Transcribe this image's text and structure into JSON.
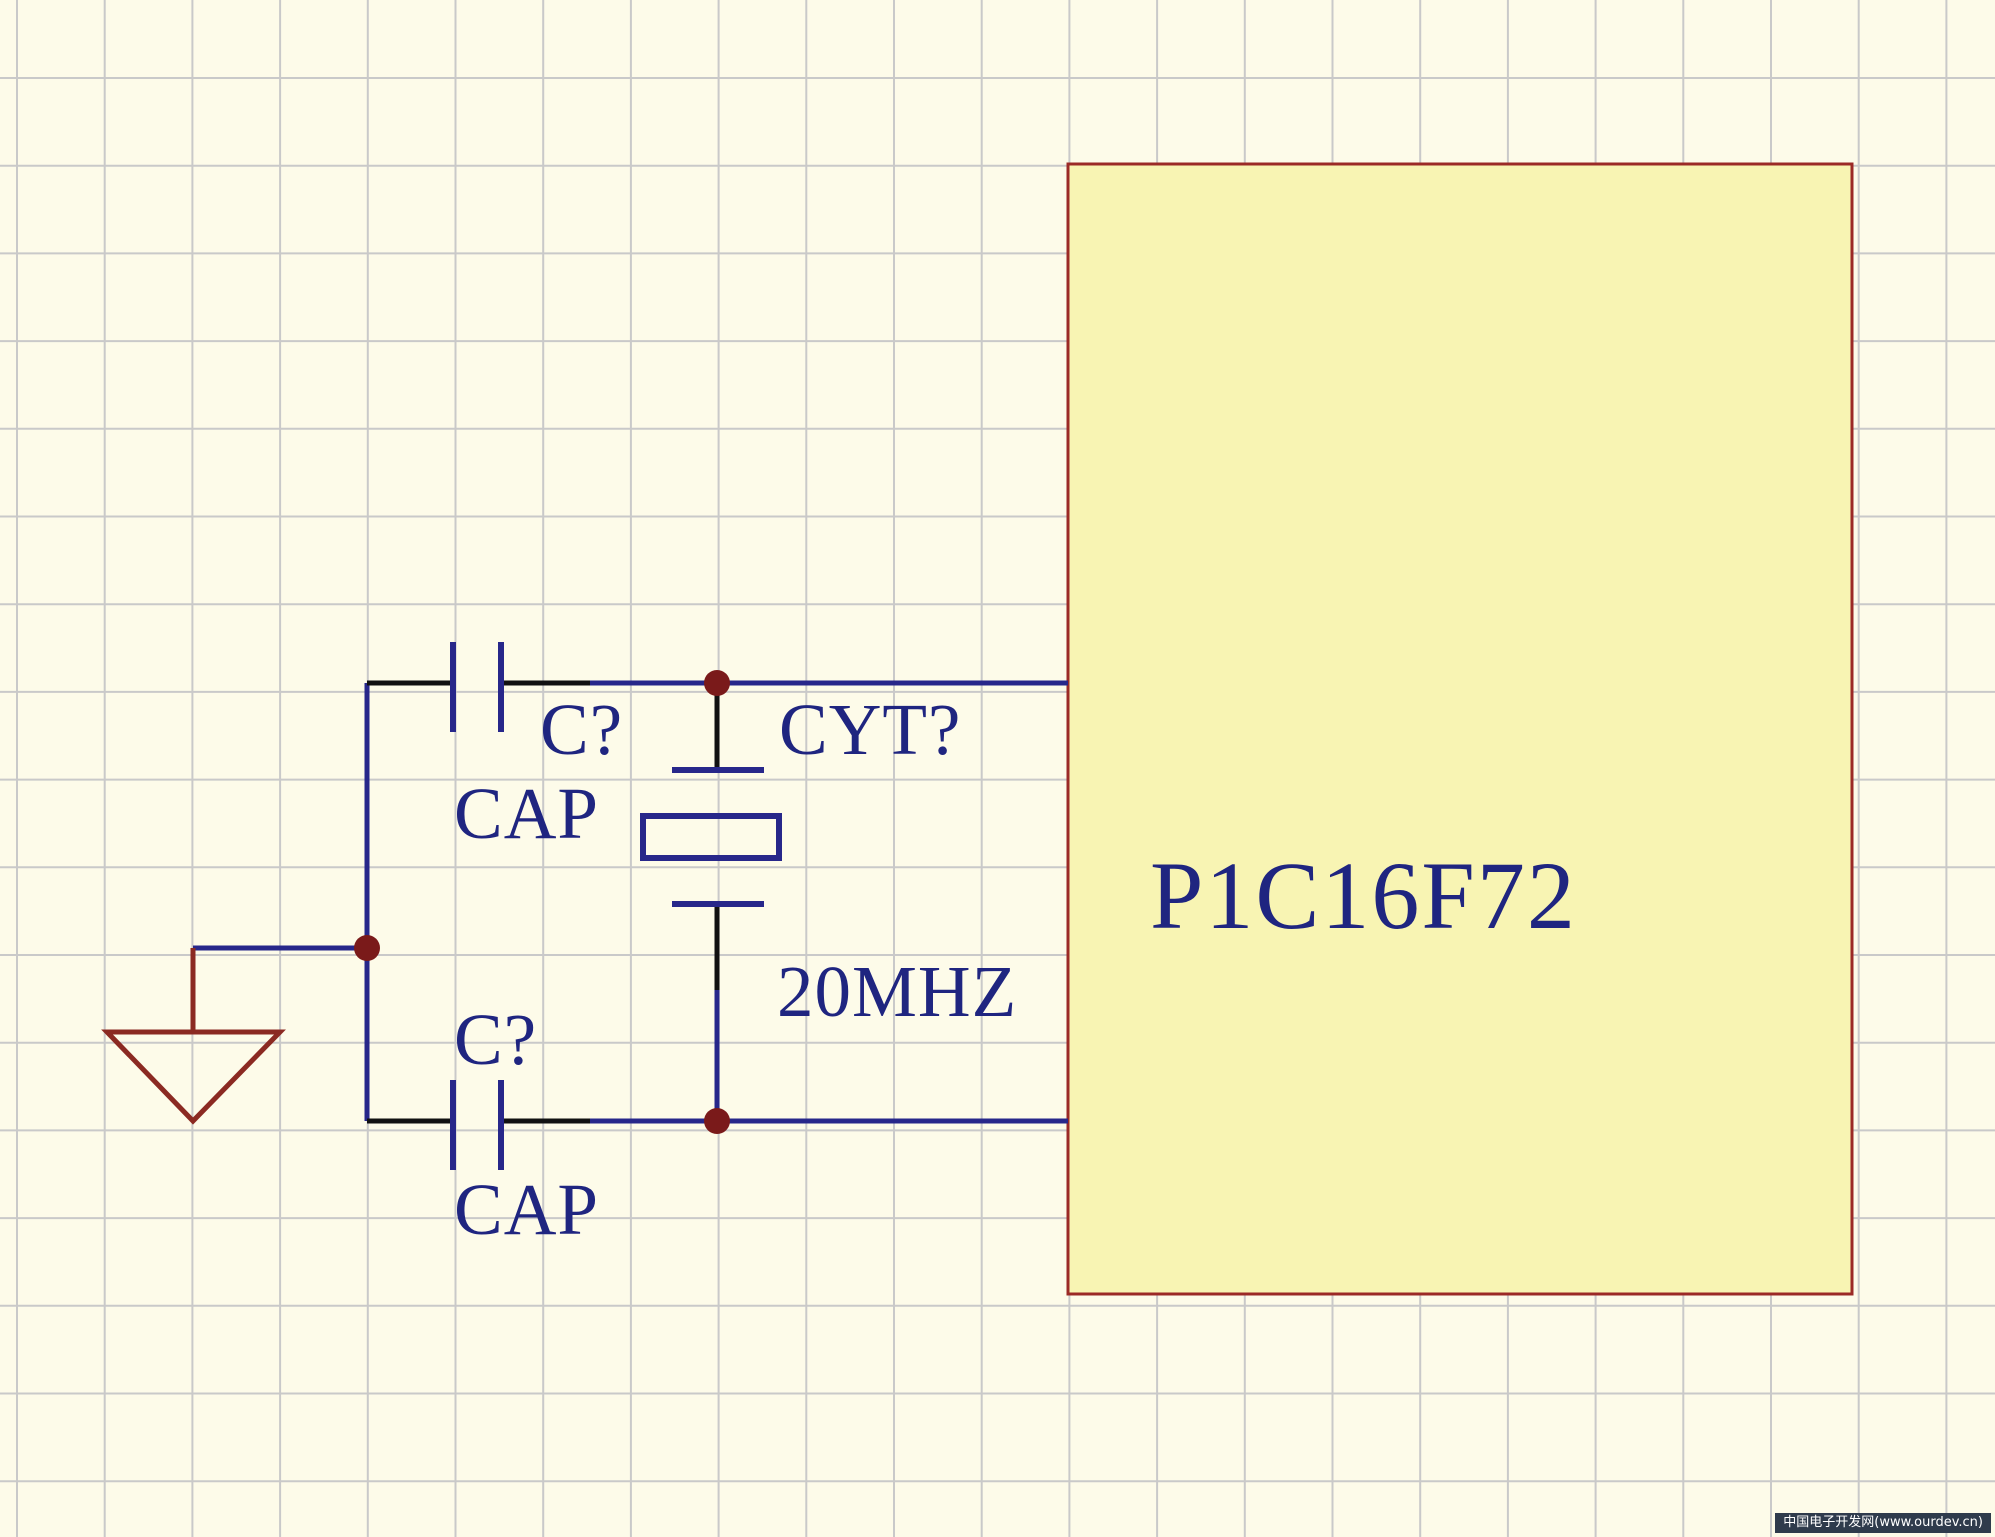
{
  "colors": {
    "background": "#fdfbe9",
    "grid": "#c9c9c9",
    "wire": "#27278a",
    "pin": "#111111",
    "ground": "#8b2a22",
    "junction": "#7a1a1a",
    "chip_fill": "#f8f4b3",
    "chip_border": "#9b2a26",
    "label": "#1f2580"
  },
  "components": {
    "cap_top": {
      "designator": "C?",
      "value": "CAP"
    },
    "cap_bottom": {
      "designator": "C?",
      "value": "CAP"
    },
    "crystal": {
      "designator": "CYT?",
      "value": "20MHZ"
    },
    "chip": {
      "name": "P1C16F72"
    }
  },
  "watermark": "中国电子开发网(www.ourdev.cn)"
}
